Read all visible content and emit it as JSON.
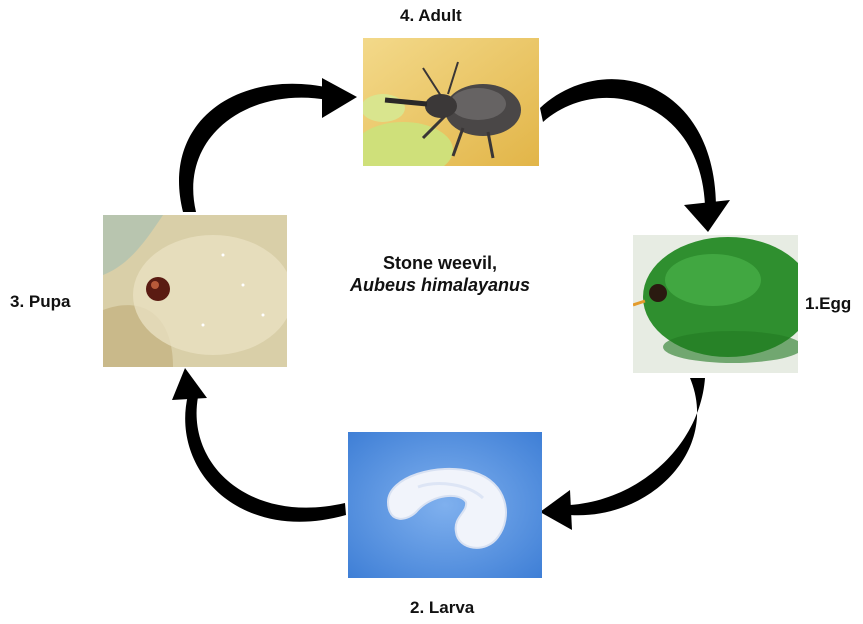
{
  "diagram": {
    "title_line1": "Stone weevil,",
    "title_line2": "Aubeus  himalayanus",
    "stages": {
      "adult": "4. Adult",
      "egg": "1.Egg",
      "larva": "2. Larva",
      "pupa": "3. Pupa"
    }
  },
  "colors": {
    "arrow": "#000000",
    "adult_bg": "#e9c46a",
    "egg_green": "#2f8f2f",
    "larva_bg": "#3f7fd6",
    "pupa_bg": "#d9cfa8"
  },
  "icons": {
    "cycle_arrows": "curved-arrow-icon"
  }
}
